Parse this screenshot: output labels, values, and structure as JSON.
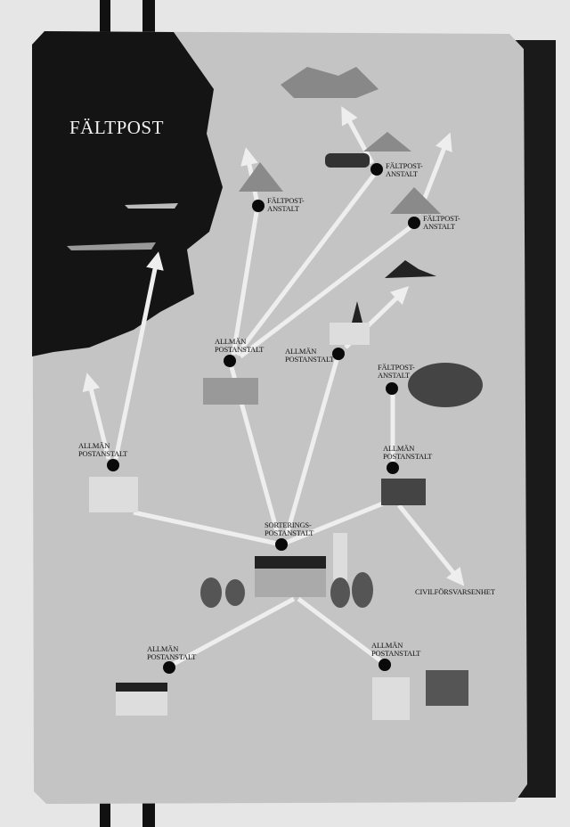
{
  "poster": {
    "title": "FÄLTPOST",
    "colors": {
      "board": "#c4c4c4",
      "sea": "#141414",
      "link": "#eeeeee",
      "wall": "#e6e6e6"
    },
    "nodes": {
      "faltpost_1": {
        "line1": "FÄLTPOST-",
        "line2": "ANSTALT"
      },
      "faltpost_2": {
        "line1": "FÄLTPOST-",
        "line2": "ANSTALT"
      },
      "faltpost_3": {
        "line1": "FÄLTPOST-",
        "line2": "ANSTALT"
      },
      "faltpost_4": {
        "line1": "FÄLTPOST-",
        "line2": "ANSTALT"
      },
      "allman_1": {
        "line1": "ALLMÄN",
        "line2": "POSTANSTALT"
      },
      "allman_2": {
        "line1": "ALLMÄN",
        "line2": "POSTANSTALT"
      },
      "allman_3": {
        "line1": "ALLMÄN",
        "line2": "POSTANSTALT"
      },
      "allman_4": {
        "line1": "ALLMÄN",
        "line2": "POSTANSTALT"
      },
      "allman_5": {
        "line1": "ALLMÄN",
        "line2": "POSTANSTALT"
      },
      "allman_6": {
        "line1": "ALLMÄN",
        "line2": "POSTANSTALT"
      },
      "sortering": {
        "line1": "SORTERINGS-",
        "line2": "POSTANSTALT"
      },
      "civil": {
        "line1": "CIVILFÖRSVARSENHET"
      }
    }
  }
}
